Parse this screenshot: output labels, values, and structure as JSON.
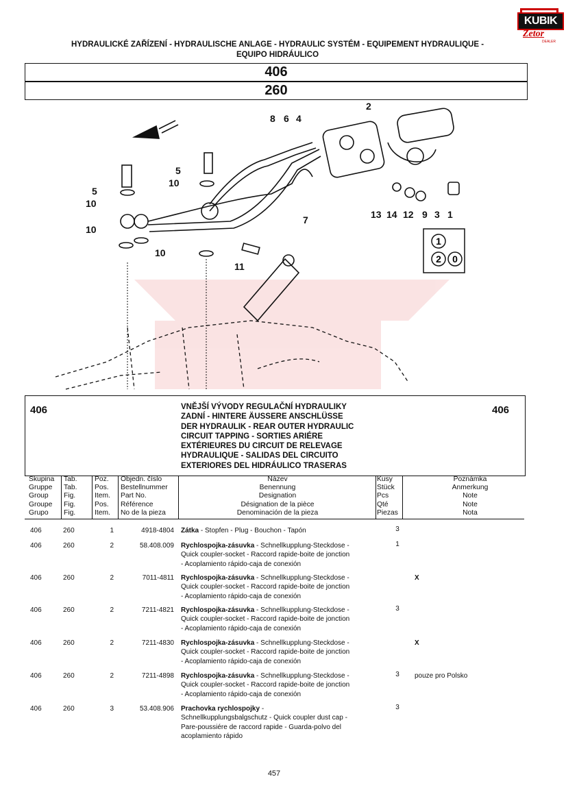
{
  "logo": {
    "brand": "KUBIK",
    "sub_brand": "Zetor",
    "tagline": "DEALER"
  },
  "header": {
    "title_line1": "HYDRAULICKÉ ZAŘÍZENÍ - HYDRAULISCHE ANLAGE - HYDRAULIC SYSTÉM - EQUIPEMENT HYDRAULIQUE -",
    "title_line2": "EQUIPO HIDRÁULICO",
    "group_code": "406",
    "table_code": "260"
  },
  "diagram": {
    "callouts": [
      "2",
      "8",
      "6",
      "4",
      "5",
      "10",
      "5",
      "10",
      "10",
      "10",
      "7",
      "11",
      "13",
      "14",
      "12",
      "9",
      "3",
      "1"
    ],
    "legend": [
      "1",
      "2",
      "0"
    ]
  },
  "section": {
    "group_left": "406",
    "group_right": "406",
    "description": "VNĚJŠÍ VÝVODY REGULAČNÍ HYDRAULIKY\nZADNÍ - HINTERE ÄUSSERE ANSCHLÜSSE\nDER HYDRAULIK - REAR OUTER HYDRAULIC\nCIRCUIT TAPPING - SORTIES ARIÉRE\nEXTÉRIEURES DU CIRCUIT DE RELEVAGE\nHYDRAULIQUE - SALIDAS DEL CIRCUITO\nEXTERIORES DEL HIDRÁULICO TRASERAS"
  },
  "columns": {
    "group": "Skupina\nGruppe\nGroup\nGroupe\nGrupo",
    "table": "Tab.\nTab.\nFig.\nFig.\nFig.",
    "position": "Poz.\nPos.\nItem.\nPos.\nItem.",
    "part_no": "Objedn. číslo\nBestellnummer\nPart No.\nRéférence\nNo de la pieza",
    "name": "Název\nBenennung\nDesignation\nDésignation de la pièce\nDenominación de la pieza",
    "qty": "Kusy\nStück\nPcs\nQté\nPiezas",
    "note": "Poznámka\nAnmerkung\nNote\nNote\nNota"
  },
  "rows": [
    {
      "group": "406",
      "table": "260",
      "pos": "1",
      "part": "4918-4804",
      "name_bold": "Zátka",
      "name_rest": " - Stopfen - Plug - Bouchon - Tapón",
      "qty": "3",
      "note": ""
    },
    {
      "group": "406",
      "table": "260",
      "pos": "2",
      "part": "58.408.009",
      "name_bold": "Rychlospojka-zásuvka",
      "name_rest": " - Schnellkupplung-Steckdose -\nQuick coupler-socket - Raccord rapide-boite de jonction\n- Acoplamiento rápido-caja de conexión",
      "qty": "1",
      "note": ""
    },
    {
      "group": "406",
      "table": "260",
      "pos": "2",
      "part": "7011-4811",
      "name_bold": "Rychlospojka-zásuvka",
      "name_rest": " - Schnellkupplung-Steckdose -\nQuick coupler-socket - Raccord rapide-boite de jonction\n- Acoplamiento rápido-caja de conexión",
      "qty": "",
      "note": "X"
    },
    {
      "group": "406",
      "table": "260",
      "pos": "2",
      "part": "7211-4821",
      "name_bold": "Rychlospojka-zásuvka",
      "name_rest": " - Schnellkupplung-Steckdose -\nQuick coupler-socket - Raccord rapide-boite de jonction\n- Acoplamiento rápido-caja de conexión",
      "qty": "3",
      "note": ""
    },
    {
      "group": "406",
      "table": "260",
      "pos": "2",
      "part": "7211-4830",
      "name_bold": "Rychlospojka-zásuvka",
      "name_rest": " - Schnellkupplung-Steckdose -\nQuick coupler-socket - Raccord rapide-boite de jonction\n- Acoplamiento rápido-caja de conexión",
      "qty": "",
      "note": "X"
    },
    {
      "group": "406",
      "table": "260",
      "pos": "2",
      "part": "7211-4898",
      "name_bold": "Rychlospojka-zásuvka",
      "name_rest": " - Schnellkupplung-Steckdose -\nQuick coupler-socket - Raccord rapide-boite de jonction\n- Acoplamiento rápido-caja de conexión",
      "qty": "3",
      "note": "pouze pro Polsko"
    },
    {
      "group": "406",
      "table": "260",
      "pos": "3",
      "part": "53.408.906",
      "name_bold": "Prachovka rychlospojky",
      "name_rest": " -\nSchnellkupplungsbalgschutz - Quick coupler dust cap -\nPare-poussiére de raccord rapide -  Guarda-polvo del\nacoplamiento rápido",
      "qty": "3",
      "note": ""
    }
  ],
  "footer": {
    "page_number": "457"
  }
}
